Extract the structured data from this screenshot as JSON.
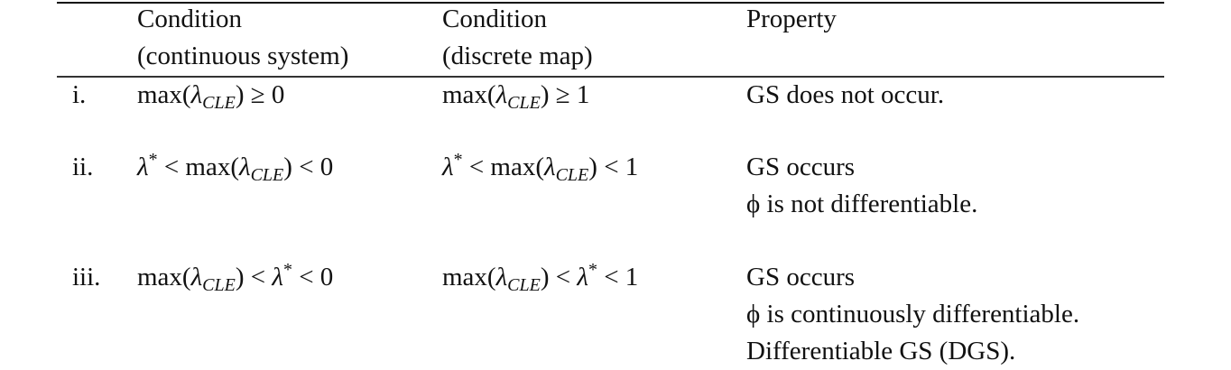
{
  "table": {
    "headers": [
      {
        "lines": [
          ""
        ]
      },
      {
        "lines": [
          "Condition",
          "(continuous system)"
        ]
      },
      {
        "lines": [
          "Condition",
          "(discrete map)"
        ]
      },
      {
        "lines": [
          "Property",
          ""
        ]
      }
    ],
    "rows": [
      {
        "label": "i.",
        "continuous": {
          "prefix": "",
          "max": "max(",
          "lambda": "λ",
          "sub": "CLE",
          "close": ")",
          "suffix": " ≥ 0"
        },
        "discrete": {
          "prefix": "",
          "max": "max(",
          "lambda": "λ",
          "sub": "CLE",
          "close": ")",
          "suffix": " ≥ 1"
        },
        "property": [
          "GS does not occur."
        ]
      },
      {
        "label": "ii.",
        "continuous": {
          "prefix_lambda": "λ",
          "prefix_star": "*",
          "prefix_op": " < ",
          "max": "max(",
          "lambda": "λ",
          "sub": "CLE",
          "close": ")",
          "suffix": " < 0"
        },
        "discrete": {
          "prefix_lambda": "λ",
          "prefix_star": "*",
          "prefix_op": " < ",
          "max": "max(",
          "lambda": "λ",
          "sub": "CLE",
          "close": ")",
          "suffix": " < 1"
        },
        "property": [
          "GS occurs",
          "ϕ is not differentiable."
        ]
      },
      {
        "label": "iii.",
        "continuous": {
          "max": "max(",
          "lambda": "λ",
          "sub": "CLE",
          "close": ")",
          "mid_op": " < ",
          "mid_lambda": "λ",
          "mid_star": "*",
          "suffix": " < 0"
        },
        "discrete": {
          "max": "max(",
          "lambda": "λ",
          "sub": "CLE",
          "close": ")",
          "mid_op": " < ",
          "mid_lambda": "λ",
          "mid_star": "*",
          "suffix": " < 1"
        },
        "property": [
          "GS occurs",
          "ϕ is continuously differentiable.",
          "Differentiable GS (DGS)."
        ]
      }
    ]
  }
}
